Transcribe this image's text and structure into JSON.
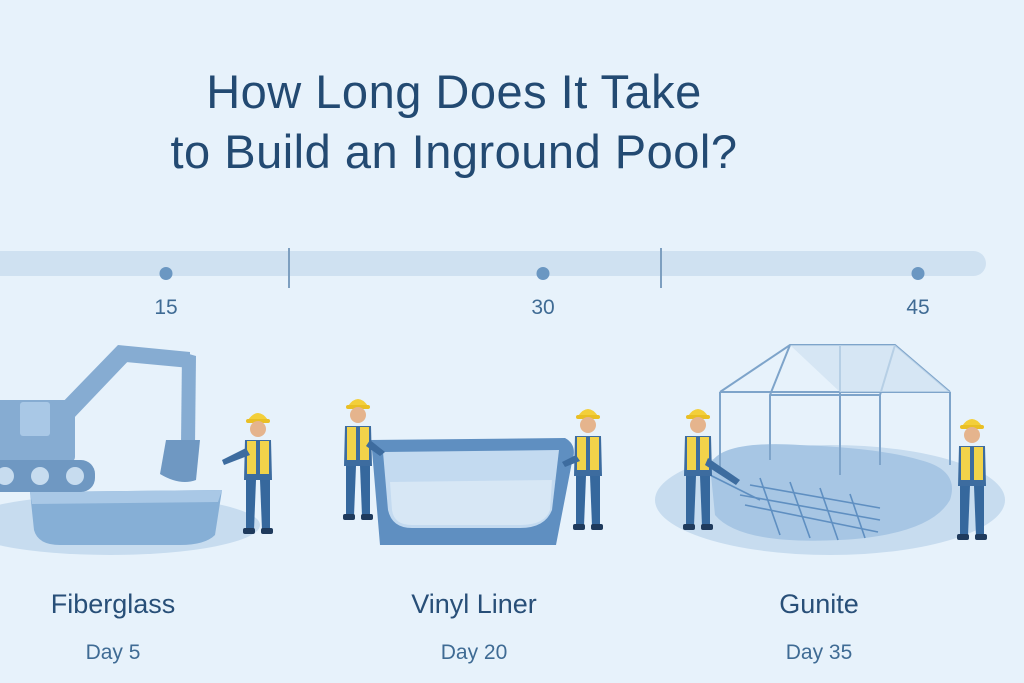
{
  "title": {
    "line1": "How Long Does It Take",
    "line2": "to Build an Inground Pool?"
  },
  "timeline": {
    "marks": [
      {
        "label": "15",
        "value": 15
      },
      {
        "label": "30",
        "value": 30
      },
      {
        "label": "45",
        "value": 45
      }
    ]
  },
  "methods": [
    {
      "name": "Fiberglass",
      "day": "Day 5",
      "icon": "excavator-fiberglass-shell-icon"
    },
    {
      "name": "Vinyl Liner",
      "day": "Day 20",
      "icon": "vinyl-liner-pool-icon"
    },
    {
      "name": "Gunite",
      "day": "Day 35",
      "icon": "gunite-rebar-canopy-icon"
    }
  ],
  "colors": {
    "background": "#e7f2fb",
    "title": "#234a72",
    "accent": "#6b97c2",
    "hardhat": "#f3cf3a",
    "worker_pants": "#3b6ea3"
  }
}
